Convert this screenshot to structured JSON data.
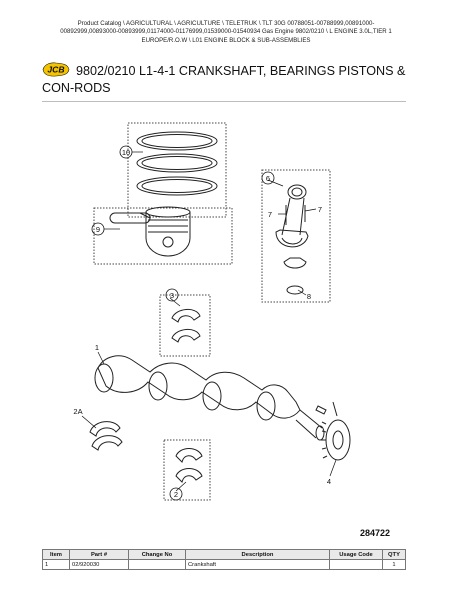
{
  "breadcrumb": {
    "line1": "Product Catalog \\ AGRICULTURAL \\ AGRICULTURE \\ TELETRUK \\ TLT 30G 00788051-00788999,00891000-",
    "line2": "00892999,00893000-00893999,01174000-01176999,01539000-01540934 Gas Engine 9802/0210 \\ L ENGINE 3.0L,TIER 1",
    "line3": "EUROPE/R.O.W \\ L01 ENGINE BLOCK & SUB-ASSEMBLIES"
  },
  "page": {
    "title": "9802/0210 L1-4-1 CRANKSHAFT, BEARINGS PISTONS & CON-RODS",
    "logo_text": "JCB",
    "figure_number": "284722"
  },
  "callouts": {
    "c1": "1",
    "c2": "2",
    "c2a": "2A",
    "c3": "3",
    "c4": "4",
    "c6": "6",
    "c7a": "7",
    "c7b": "7",
    "c8": "8",
    "c9": "9",
    "c10": "10"
  },
  "table": {
    "headers": [
      "Item",
      "Part #",
      "Change No",
      "Description",
      "Usage Code",
      "QTY"
    ],
    "rows": [
      [
        "1",
        "02/920030",
        "",
        "Crankshaft",
        "",
        "1"
      ]
    ]
  },
  "colors": {
    "logo_yellow": "#f5c400",
    "line": "#222222",
    "rule": "#bdbdbd",
    "header_bg": "#e9e9e9"
  }
}
